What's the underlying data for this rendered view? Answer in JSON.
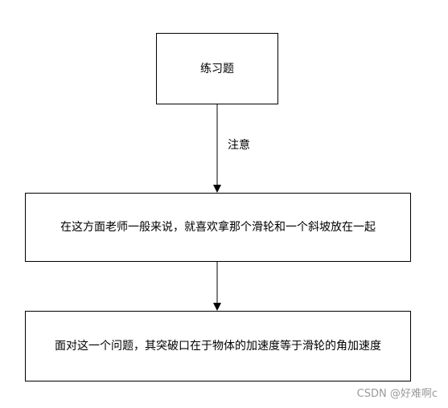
{
  "nodes": {
    "top": {
      "text": "练习题"
    },
    "middle": {
      "text": "在这方面老师一般来说，就喜欢拿那个滑轮和一个斜坡放在一起"
    },
    "bottom": {
      "text": "面对这一个问题，其突破口在于物体的加速度等于滑轮的角加速度"
    }
  },
  "edges": [
    {
      "from": "top",
      "to": "middle",
      "label": "注意"
    },
    {
      "from": "middle",
      "to": "bottom",
      "label": ""
    }
  ],
  "watermark": "CSDN @好难啊c",
  "colors": {
    "stroke": "#000000",
    "fill": "#ffffff",
    "watermark": "#9a9a9a"
  }
}
